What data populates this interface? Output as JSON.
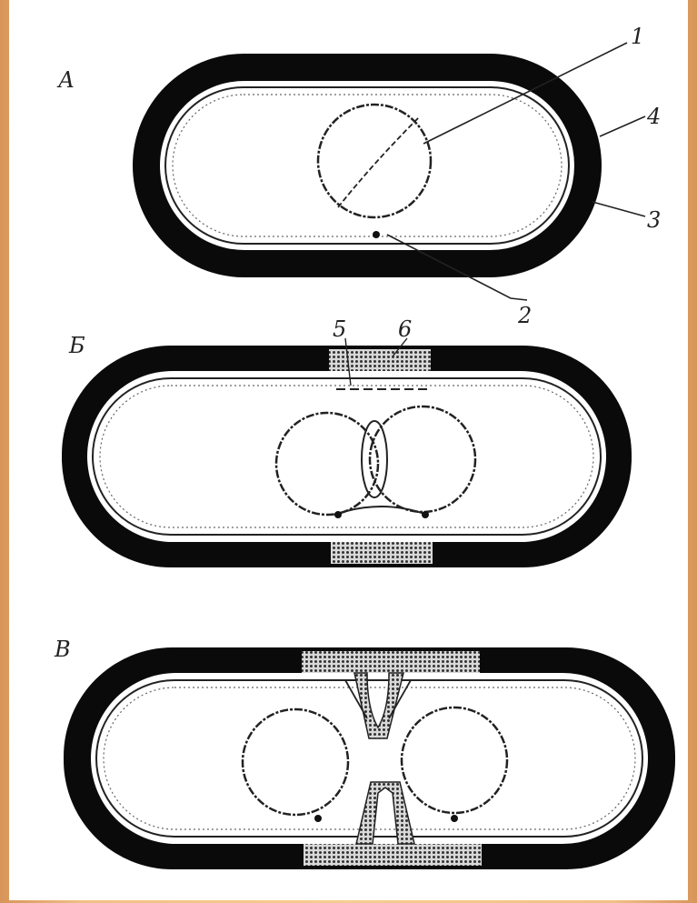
{
  "panels": [
    {
      "letter": "А",
      "labels": [
        "1",
        "4",
        "3",
        "2"
      ]
    },
    {
      "letter": "Б",
      "labels": [
        "5",
        "6"
      ]
    },
    {
      "letter": "В",
      "labels": []
    }
  ],
  "colors": {
    "background": "#f1c084",
    "sheet": "#ffffff",
    "wall": "#0a0a0a",
    "septum": "#9a9a9a"
  }
}
